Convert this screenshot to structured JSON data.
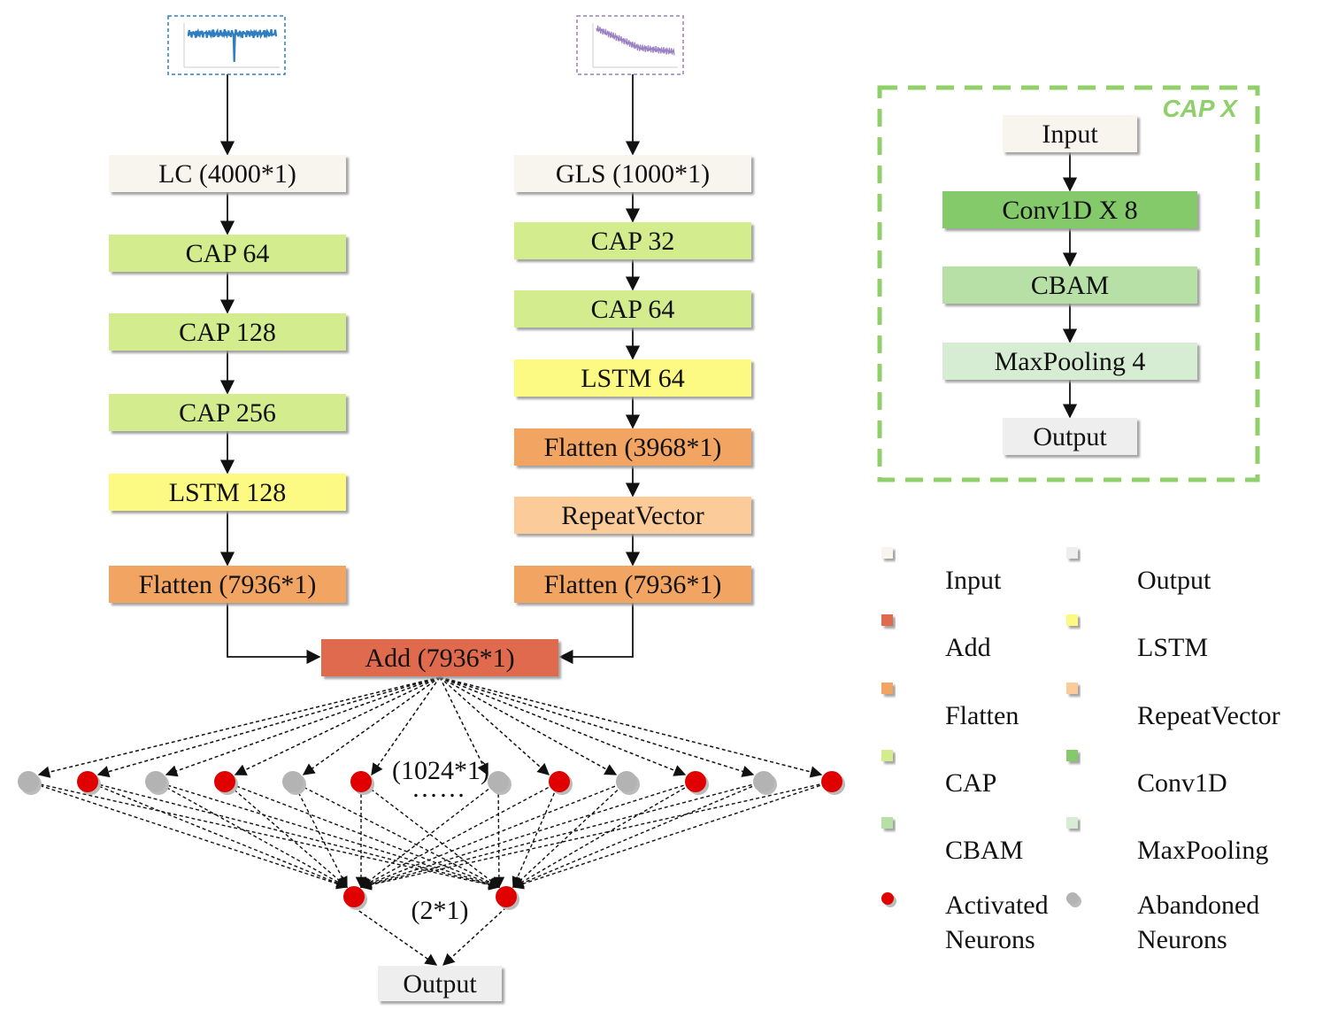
{
  "colors": {
    "input": "#f7f5ee",
    "output": "#eeeeee",
    "add": "#e06a4e",
    "lstm": "#fdfa84",
    "flatten": "#f2a463",
    "repeat_vector": "#fccb9a",
    "cap": "#d2ec8e",
    "conv1d": "#84c96b",
    "cbam": "#b7e0a6",
    "maxpooling": "#d6ecd3",
    "activated": "#e00000",
    "abandoned": "#b3b3b3",
    "cap_frame": "#8fd06a",
    "lc_signal": "#2f7fc0",
    "gls_signal": "#9a7ec0"
  },
  "left_branch": [
    "LC (4000*1)",
    "CAP 64",
    "CAP 128",
    "CAP 256",
    "LSTM 128",
    "Flatten (7936*1)"
  ],
  "right_branch": [
    "GLS (1000*1)",
    "CAP 32",
    "CAP 64",
    "LSTM 64",
    "Flatten (3968*1)",
    "RepeatVector",
    "Flatten (7936*1)"
  ],
  "merge": {
    "add_label": "Add (7936*1)",
    "dense_label": "(1024*1)",
    "dense_ellipsis": "……",
    "out_label": "(2*1)",
    "output_label": "Output",
    "dense_neurons": [
      "abandoned",
      "activated",
      "abandoned",
      "activated",
      "abandoned",
      "activated",
      "abandoned",
      "activated",
      "abandoned",
      "activated",
      "abandoned",
      "activated"
    ],
    "output_neurons": [
      "activated",
      "activated"
    ]
  },
  "cap_block": {
    "title": "CAP X",
    "layers": [
      "Input",
      "Conv1D X 8",
      "CBAM",
      "MaxPooling 4",
      "Output"
    ]
  },
  "legend": [
    {
      "label": "Input",
      "kind": "input"
    },
    {
      "label": "Output",
      "kind": "output"
    },
    {
      "label": "Add",
      "kind": "add"
    },
    {
      "label": "LSTM",
      "kind": "lstm"
    },
    {
      "label": "Flatten",
      "kind": "flatten"
    },
    {
      "label": "RepeatVector",
      "kind": "repeat_vector"
    },
    {
      "label": "CAP",
      "kind": "cap"
    },
    {
      "label": "Conv1D",
      "kind": "conv1d"
    },
    {
      "label": "CBAM",
      "kind": "cbam"
    },
    {
      "label": "MaxPooling",
      "kind": "maxpooling"
    },
    {
      "label": "Activated Neurons",
      "lines": [
        "Activated",
        "Neurons"
      ],
      "kind": "activated"
    },
    {
      "label": "Abandoned Neurons",
      "lines": [
        "Abandoned",
        "Neurons"
      ],
      "kind": "abandoned"
    }
  ]
}
